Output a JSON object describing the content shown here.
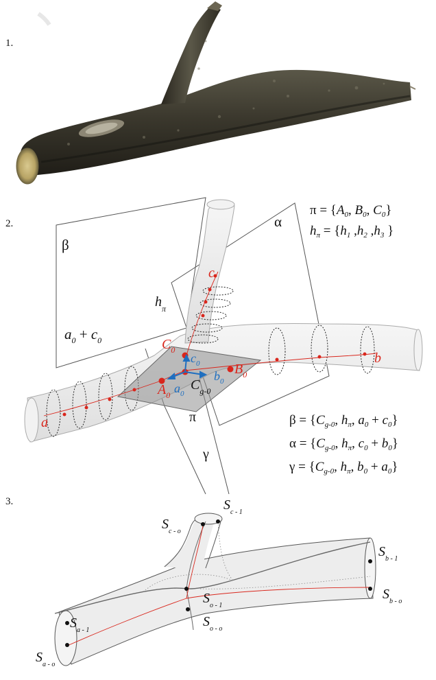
{
  "panels": {
    "p1": {
      "number": "1."
    },
    "p2": {
      "number": "2.",
      "planes": {
        "beta": "β",
        "alpha": "α",
        "gamma": "γ",
        "pi": "π"
      },
      "hpi": {
        "base": "h",
        "sub": "π"
      },
      "sum_label": {
        "a": "a",
        "a_sub": "0",
        "plus": " + ",
        "c": "c",
        "c_sub": "0"
      },
      "branch_labels": {
        "a": "a",
        "b": "b",
        "c": "c"
      },
      "centers": {
        "A": {
          "base": "A",
          "sub": "0"
        },
        "B": {
          "base": "B",
          "sub": "0"
        },
        "C": {
          "base": "C",
          "sub": "0"
        },
        "Cg": {
          "base": "C",
          "sub": "g-0"
        }
      },
      "vectors": {
        "a": {
          "base": "a",
          "sub": "0"
        },
        "b": {
          "base": "b",
          "sub": "0"
        },
        "c": {
          "base": "c",
          "sub": "0"
        }
      },
      "eq_pi": [
        "π = {",
        "A",
        "0",
        ", ",
        "B",
        "0",
        ", ",
        "C",
        "0",
        "}"
      ],
      "eq_h": [
        "h",
        "π",
        " = {",
        "h",
        "1",
        " ,",
        "h",
        "2",
        " ,",
        "h",
        "3",
        " }"
      ],
      "eq_beta": [
        "β = {",
        "C",
        "g-0",
        ", ",
        "h",
        "π",
        ", ",
        "a",
        "0",
        " + ",
        "c",
        "0",
        "}"
      ],
      "eq_alpha": [
        "α = {",
        "C",
        "g-0",
        ", ",
        "h",
        "π",
        ", ",
        "c",
        "0",
        " + ",
        "b",
        "0",
        "}"
      ],
      "eq_gamma": [
        "γ = {",
        "C",
        "g-0",
        ", ",
        "h",
        "π",
        ", ",
        "b",
        "0",
        " + ",
        "a",
        "0",
        "}"
      ]
    },
    "p3": {
      "number": "3.",
      "labels": {
        "Sc0": {
          "base": "S",
          "sub": "c - o"
        },
        "Sc1": {
          "base": "S",
          "sub": "c - 1"
        },
        "Sb1": {
          "base": "S",
          "sub": "b - 1"
        },
        "Sb0": {
          "base": "S",
          "sub": "b - o"
        },
        "So1": {
          "base": "S",
          "sub": "o - 1"
        },
        "So0": {
          "base": "S",
          "sub": "o - o"
        },
        "Sa1": {
          "base": "S",
          "sub": "a - 1"
        },
        "Sa0": {
          "base": "S",
          "sub": "a - o"
        }
      }
    }
  },
  "colors": {
    "red": "#d9261c",
    "blue": "#1f6fc0",
    "bark_dark": "#2e2a22",
    "bark_mid": "#4a4536",
    "plane_gray": "#8f8f8f",
    "tube_fill": "#ececec"
  }
}
